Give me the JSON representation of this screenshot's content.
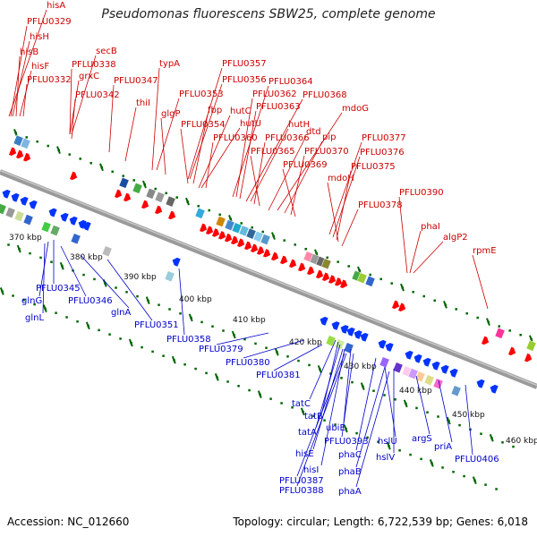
{
  "title": "Pseudomonas fluorescens SBW25, complete genome",
  "footer": {
    "accession": "Accession: NC_012660",
    "topology": "Topology: circular; Length: 6,722,539 bp; Genes: 6,018"
  },
  "colors": {
    "forward_label": "#cc0000",
    "reverse_label": "#0000cc",
    "forward_arrow": "#ff0000",
    "reverse_arrow": "#0033ff",
    "backbone": "#888888",
    "tick": "#006600"
  },
  "kbp_labels": [
    "370 kbp",
    "380 kbp",
    "390 kbp",
    "400 kbp",
    "410 kbp",
    "420 kbp",
    "430 kbp",
    "440 kbp",
    "450 kbp",
    "460 kbp"
  ],
  "top_labels": [
    "hisA",
    "PFLU0329",
    "hisH",
    "hisB",
    "hisF",
    "PFLU0332",
    "secB",
    "PFLU0338",
    "grxC",
    "PFLU0342",
    "PFLU0347",
    "thiI",
    "typA",
    "PFLU0353",
    "glgP",
    "PFLU0357",
    "PFLU0356",
    "fbp",
    "PFLU0354",
    "hutC",
    "hutU",
    "PFLU0360",
    "PFLU0364",
    "PFLU0362",
    "PFLU0363",
    "PFLU0368",
    "hutH",
    "PFLU0366",
    "PFLU0365",
    "dtd",
    "mdoG",
    "pip",
    "PFLU0370",
    "PFLU0369",
    "PFLU0377",
    "PFLU0376",
    "PFLU0375",
    "mdoH",
    "PFLU0378",
    "PFLU0390",
    "phaI",
    "algP2",
    "rpmE"
  ],
  "bottom_labels": [
    "PFLU0345",
    "glnG",
    "PFLU0346",
    "glnL",
    "glnA",
    "PFLU0351",
    "PFLU0358",
    "PFLU0379",
    "PFLU0380",
    "PFLU0381",
    "tatC",
    "tatB",
    "tatA",
    "ubiE",
    "hisE",
    "PFLU0393",
    "hisI",
    "phaC",
    "hslU",
    "PFLU0387",
    "PFLU0388",
    "phaB",
    "hslV",
    "argS",
    "priA",
    "phaA",
    "PFLU0406"
  ]
}
